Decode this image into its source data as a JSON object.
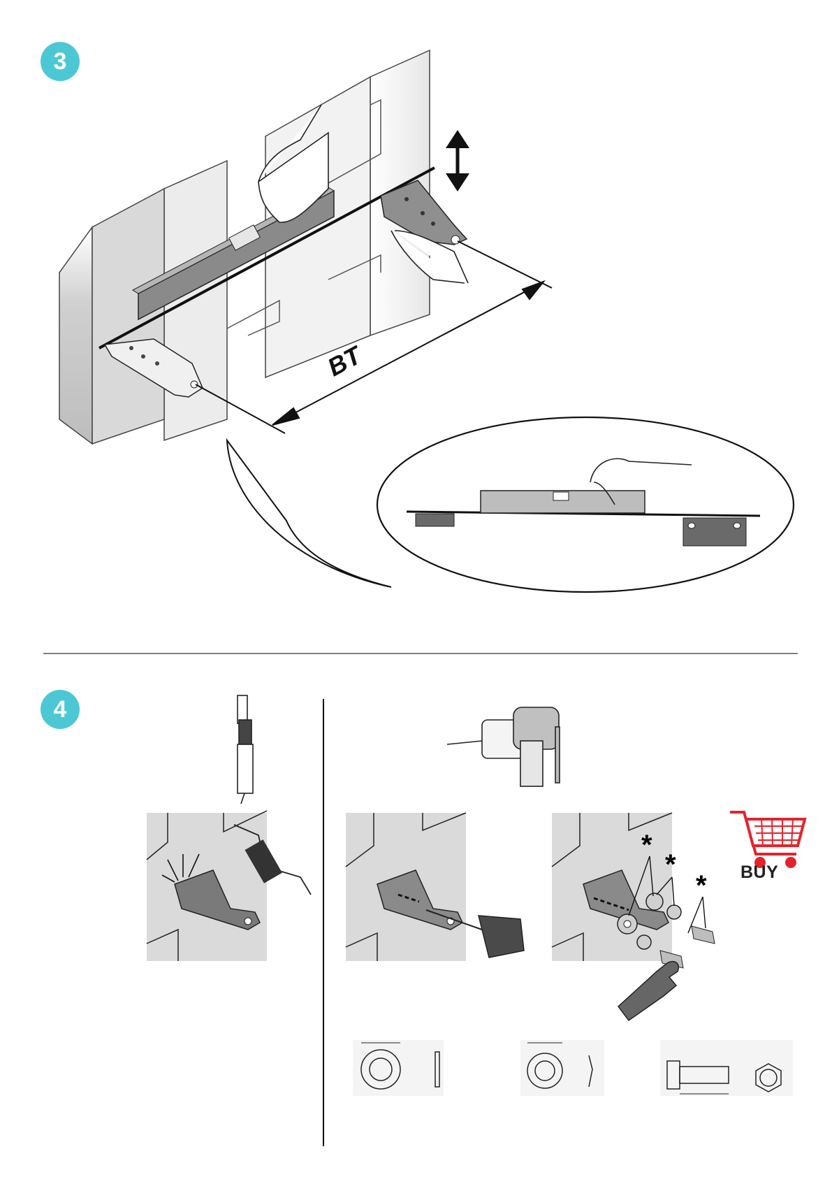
{
  "steps": {
    "step3": {
      "number": "3"
    },
    "step4": {
      "number": "4"
    }
  },
  "labels": {
    "bt": "BT",
    "buy": "BUY",
    "asterisk_1": "*",
    "asterisk_2": "*",
    "asterisk_3": "*"
  },
  "colors": {
    "badge": "#4cc8d4",
    "bracket": "#7a7a7a",
    "wall": "#dcdcdc",
    "cart": "#e5232c",
    "line": "#111111"
  }
}
